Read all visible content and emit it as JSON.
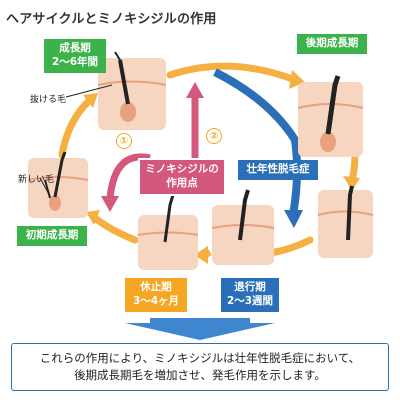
{
  "title": "ヘアサイクルとミノキシジルの作用",
  "stages": {
    "growth": {
      "line1": "成長期",
      "line2": "2〜6年間"
    },
    "late_growth": {
      "label": "後期成長期"
    },
    "regression": {
      "line1": "退行期",
      "line2": "2〜3週間"
    },
    "rest": {
      "line1": "休止期",
      "line2": "3〜4ヶ月"
    },
    "early_growth": {
      "label": "初期成長期"
    }
  },
  "annotations": {
    "shedding_hair": "抜ける毛",
    "new_hair": "新しい毛",
    "number_1": "①",
    "number_2": "②"
  },
  "minoxidil": {
    "line1": "ミノキシジルの",
    "line2": "作用点"
  },
  "aga": {
    "label": "壮年性脱毛症"
  },
  "summary": {
    "line1": "これらの作用により、ミノキシジルは壮年性脱毛症において、",
    "line2": "後期成長期毛を増加させ、発毛作用を示します。"
  },
  "colors": {
    "stage_green": "#3bb34a",
    "stage_orange": "#f5a623",
    "stage_blue": "#2a6fb8",
    "minoxidil_pink": "#d4587b",
    "cycle_arrow": "#f5b041",
    "skin": "#f7d6c1",
    "hair": "#222222"
  }
}
